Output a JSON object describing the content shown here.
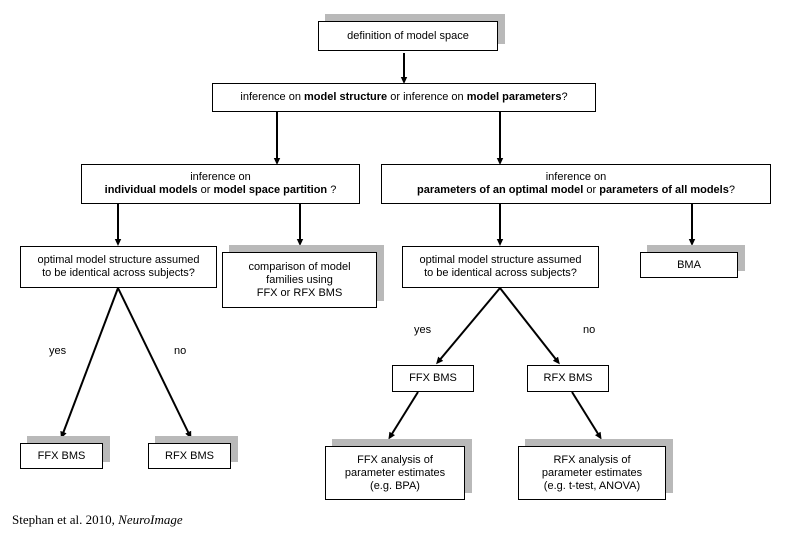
{
  "diagram": {
    "title": "Bayesian model selection decision tree",
    "shadow_color": "#b9b9b9",
    "box_fill": "#ffffff",
    "border_color": "#000000",
    "nodes": {
      "definition": {
        "line1": "definition of model space"
      },
      "inference_level1": {
        "pre1": "inference on ",
        "bold1": "model structure",
        "mid": "   or   ",
        "pre2": "inference on ",
        "bold2": "model parameters",
        "post": "?"
      },
      "inference_structure": {
        "line1": "inference on",
        "bold1": "individual models",
        "mid": "   or   ",
        "bold2": "model space partition",
        "post": " ?"
      },
      "inference_parameters": {
        "line1": "inference on",
        "bold1": "parameters of an optimal model",
        "mid": "   or   ",
        "bold2": "parameters of all models",
        "post": "?"
      },
      "optimal_left": {
        "line1": "optimal model structure assumed",
        "line2": "to be identical across subjects?"
      },
      "comparison_families": {
        "line1": "comparison of model",
        "line2": "families using",
        "line3": "FFX or RFX BMS"
      },
      "optimal_right": {
        "line1": "optimal model structure assumed",
        "line2": "to be identical across subjects?"
      },
      "bma": {
        "line1": "BMA"
      },
      "ffx_bms_left": {
        "line1": "FFX BMS"
      },
      "rfx_bms_left": {
        "line1": "RFX BMS"
      },
      "ffx_bms_right": {
        "line1": "FFX BMS"
      },
      "rfx_bms_right": {
        "line1": "RFX BMS"
      },
      "ffx_analysis": {
        "line1": "FFX analysis of",
        "line2": "parameter estimates",
        "line3": "(e.g. BPA)"
      },
      "rfx_analysis": {
        "line1": "RFX analysis of",
        "line2": "parameter estimates",
        "line3": "(e.g. t-test, ANOVA)"
      }
    },
    "edge_labels": {
      "left_yes": "yes",
      "left_no": "no",
      "right_yes": "yes",
      "right_no": "no"
    },
    "citation": {
      "authors_year": "Stephan et al. 2010, ",
      "journal": "NeuroImage"
    }
  }
}
